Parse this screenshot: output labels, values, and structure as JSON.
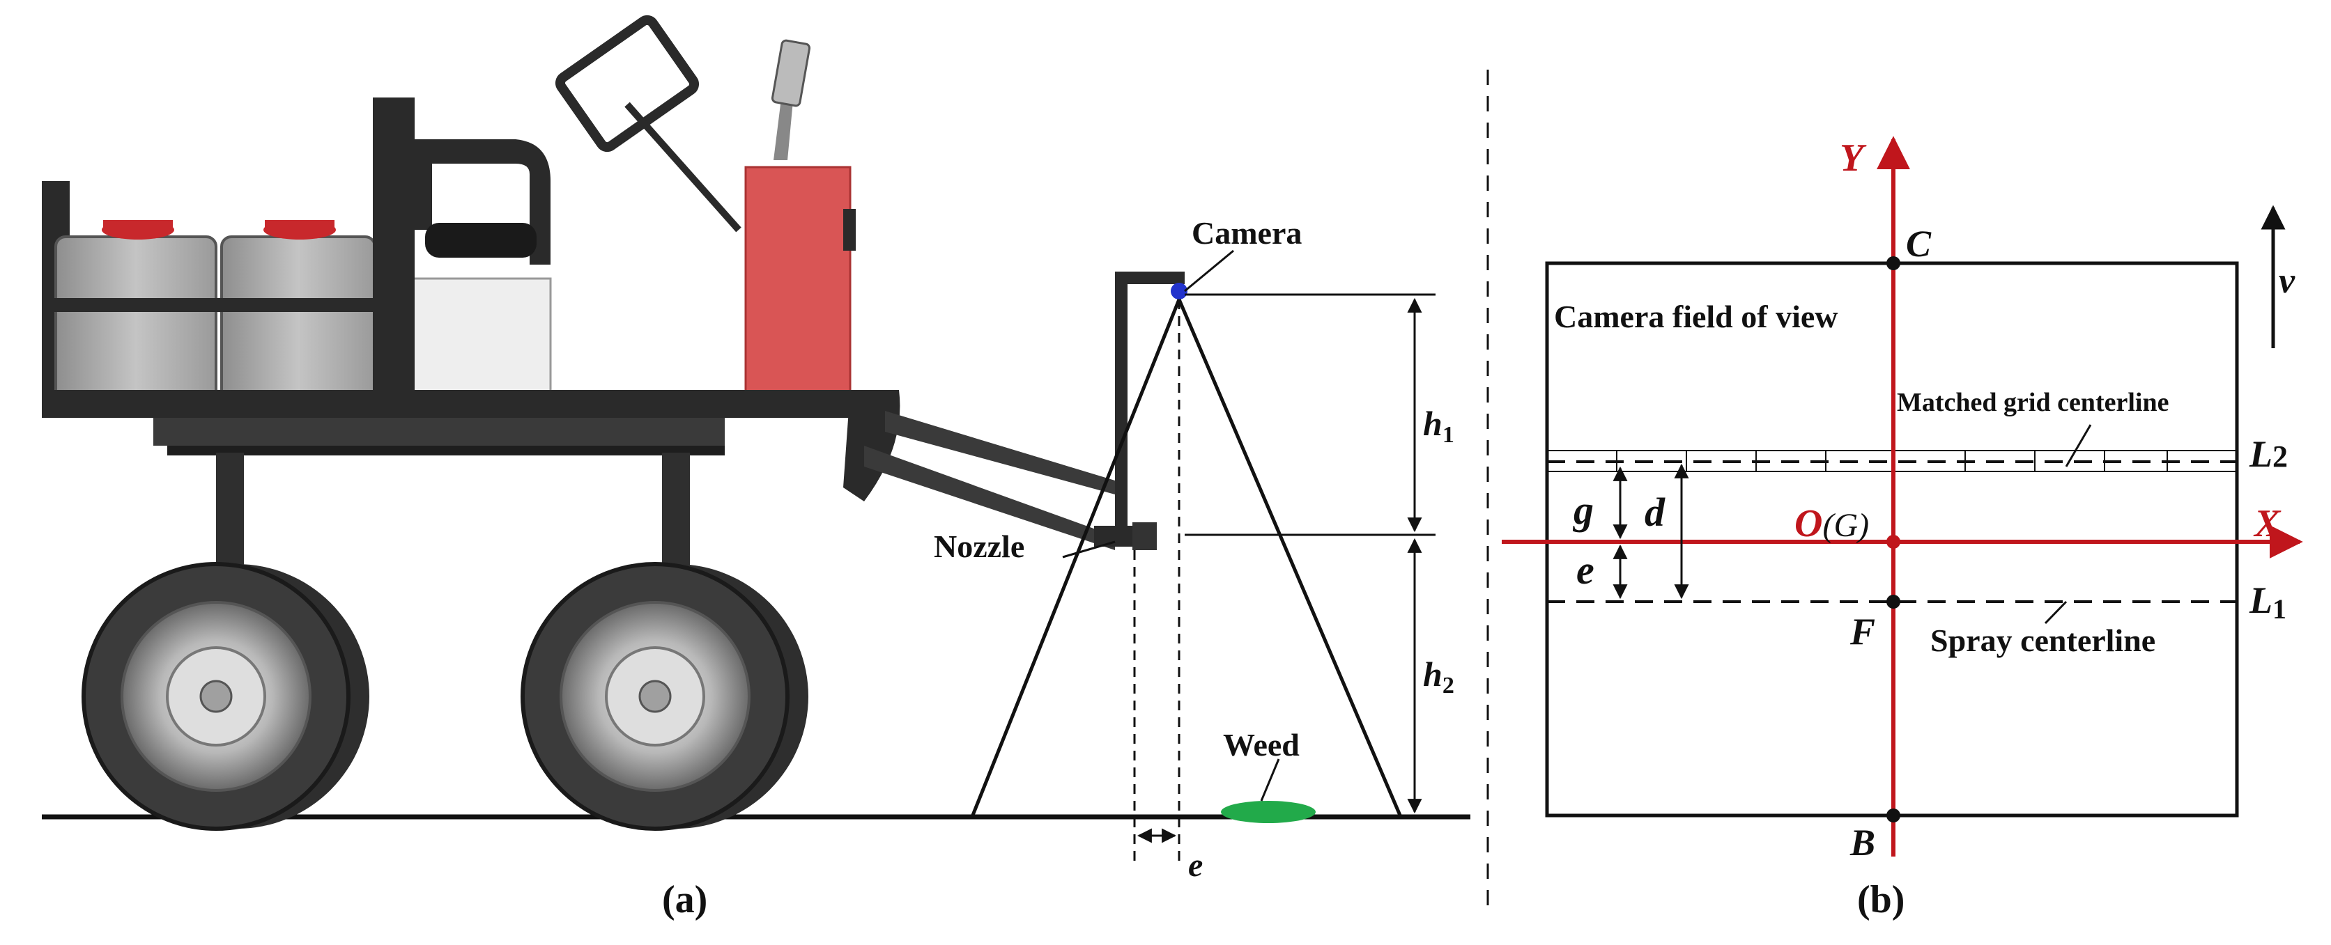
{
  "panel_a": {
    "caption": "(a)",
    "labels": {
      "camera": "Camera",
      "nozzle": "Nozzle",
      "weed": "Weed",
      "h1_base": "h",
      "h1_sub": "1",
      "h2_base": "h",
      "h2_sub": "2",
      "offset_e": "e"
    }
  },
  "panel_b": {
    "caption": "(b)",
    "labels": {
      "axis_y": "Y",
      "axis_x": "X",
      "point_c": "C",
      "point_b": "B",
      "point_f": "F",
      "origin": "O",
      "origin_paren": "(G)",
      "velocity": "v",
      "field_of_view": "Camera field of view",
      "grid_centerline": "Matched grid centerline",
      "spray_centerline": "Spray centerline",
      "line_l2_base": "L",
      "line_l2_sub": "2",
      "line_l1_base": "L",
      "line_l1_sub": "1",
      "dim_g": "g",
      "dim_d": "d",
      "dim_e": "e"
    }
  },
  "colors": {
    "tank_gray": "#a9a9a9",
    "cap_red": "#c8282c",
    "box_red": "#d95555",
    "frame_black": "#2a2a2a",
    "axis_red": "#c0161c",
    "weed_green": "#22aa4a",
    "camera_blue": "#2233cc"
  }
}
